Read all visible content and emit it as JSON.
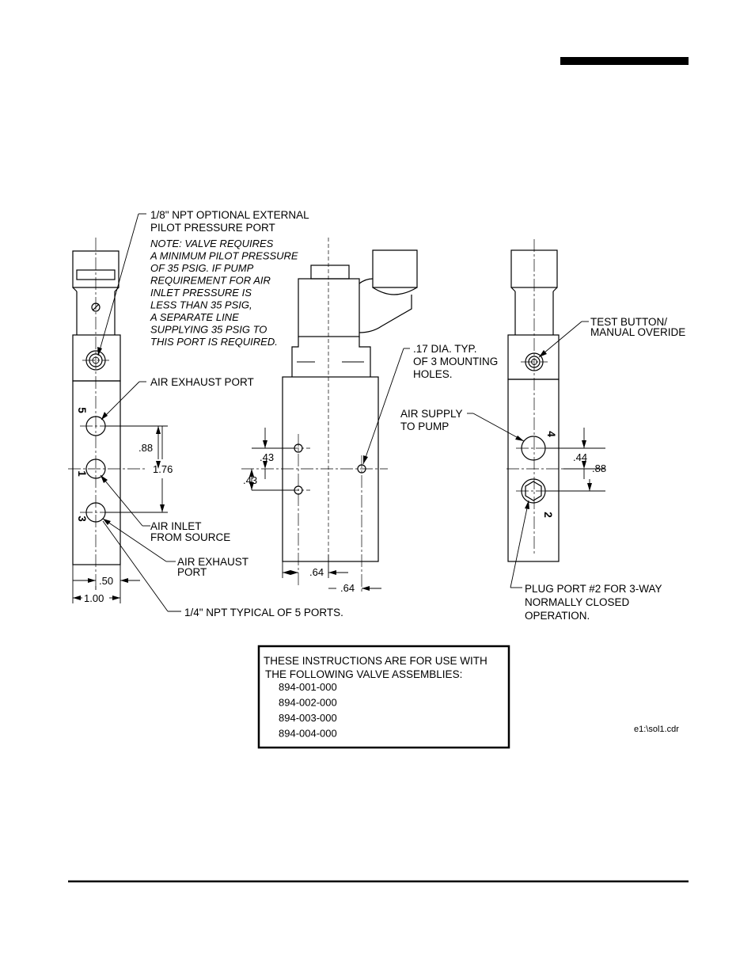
{
  "callouts": {
    "pilot_port": [
      "1/8\" NPT OPTIONAL EXTERNAL",
      "PILOT PRESSURE PORT"
    ],
    "note": [
      "NOTE: VALVE REQUIRES",
      "A MINIMUM PILOT PRESSURE",
      "OF 35 PSIG. IF PUMP",
      "REQUIREMENT FOR AIR",
      "INLET PRESSURE IS",
      "LESS THAN 35 PSIG,",
      "A SEPARATE LINE",
      "SUPPLYING 35 PSIG TO",
      "THIS PORT IS REQUIRED."
    ],
    "air_exhaust_top": "AIR EXHAUST PORT",
    "air_inlet": [
      "AIR INLET",
      "FROM SOURCE"
    ],
    "air_exhaust_bottom": [
      "AIR EXHAUST",
      "PORT"
    ],
    "npt_typical": "1/4\" NPT TYPICAL OF 5 PORTS.",
    "mounting_holes": [
      ".17 DIA. TYP.",
      "OF 3 MOUNTING",
      "HOLES."
    ],
    "test_button": [
      "TEST BUTTON/",
      "MANUAL OVERIDE"
    ],
    "air_supply": [
      "AIR SUPPLY",
      "TO PUMP"
    ],
    "plug_port": [
      "PLUG PORT #2 FOR 3-WAY",
      "NORMALLY CLOSED",
      "OPERATION."
    ]
  },
  "port_numbers": {
    "p5": "5",
    "p1": "1",
    "p3": "3",
    "p4": "4",
    "p2": "2"
  },
  "dimensions": {
    "left_88": ".88",
    "left_176": "1.76",
    "left_50": ".50",
    "left_100": "1.00",
    "mid_43_top": ".43",
    "mid_43_bottom": ".43",
    "mid_64_a": ".64",
    "mid_64_b": ".64",
    "right_44": ".44",
    "right_88": ".88"
  },
  "info_box": {
    "heading": [
      "THESE INSTRUCTIONS ARE FOR USE WITH",
      "THE FOLLOWING VALVE ASSEMBLIES:"
    ],
    "parts": [
      "894-001-000",
      "894-002-000",
      "894-003-000",
      "894-004-000"
    ]
  },
  "file_ref": "e1:\\sol1.cdr"
}
